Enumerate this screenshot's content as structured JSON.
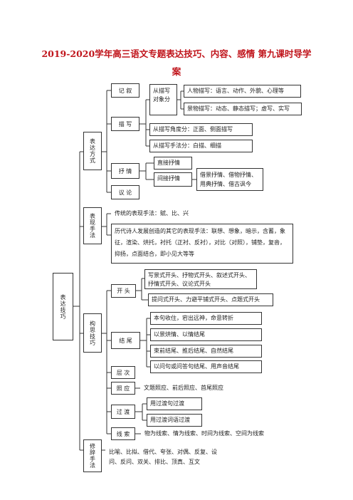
{
  "title": {
    "line1": "2019-2020学年高三语文专题表达技巧、内容、感情 第九课时导学",
    "line2": "案"
  },
  "root": "表达技巧",
  "sections": {
    "biaoda": {
      "label": "表达方式",
      "jixu": "记 叙",
      "miaoxie": "描 写",
      "cong_miaoxie_duixiang": "从描写对象分",
      "renwu": "人物描写：语言、动作、外貌、心理等",
      "jingwu": "景物描写：动态、静态描写；虚写、实写",
      "jiaodu": "从描写角度分：正面、侧面描写",
      "shoufa": "从描写手法分：白描、细描",
      "shuqing": "抒 情",
      "zhijie": "直接抒情",
      "jianjie": "间接抒情",
      "jianjie_detail": "借景抒情、借物抒情、用典抒情、借古讽今",
      "yilun": "议 论"
    },
    "biaoxian": {
      "label": "表现手法",
      "item1": "传统的表现手法：赋、比、兴",
      "item2": "历代诗人发展创造的其它的表现手法：联想、想象，暗示，含蓄，象征，渲染、烘托，衬托（正衬、反衬），对比（对照），铺垫，复沓，抑扬，点面结合，即小见大等等"
    },
    "gousi": {
      "label": "构思技巧",
      "kaitou": "开 头",
      "kaitou_1": "写景式开头、抒物式开头、叙述式开头、抒情式开头、议论式开头",
      "kaitou_2": "提问式开头、力避平铺式开头、点题式开头",
      "jiewei": "结 尾",
      "jiewei_1": "本句收住，宕出远神，命意转折",
      "jiewei_2": "以景烘情、以情结尾",
      "jiewei_3": "束前结尾、推后结尾、自然结尾",
      "jiewei_4": "以问句或问答句结尾、用声音结尾",
      "cengci": "层 次",
      "zhaoying": "照 应",
      "zhaoying_d": "文题照应、前后照应、首尾照应",
      "guodu": "过 渡",
      "guodu_1": "用过渡句过渡",
      "guodu_2": "用过渡词语过渡",
      "xiansuo": "线 索",
      "xiansuo_d": "物为线索、情为线索、时间为线索、空间为线索"
    },
    "xiuci": {
      "label": "修辞手法",
      "detail": "比喻、比拟、借代、夸张、对偶、反复、设问、反问、双关、排比、顶真、互文"
    }
  }
}
